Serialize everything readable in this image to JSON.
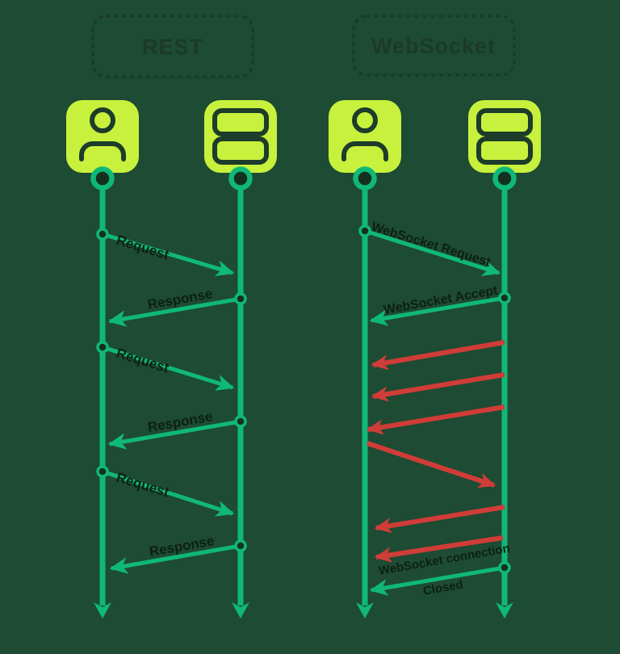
{
  "colors": {
    "background": "#1e4b33",
    "lime_accent": "#c7f13d",
    "green_arrow": "#10b878",
    "red_arrow": "#d03c38",
    "dark_stroke": "#1d3c2a",
    "label_text": "#0c2014",
    "title_text": "#1b3a28"
  },
  "rest": {
    "title": "REST",
    "participants": [
      {
        "name": "client",
        "icon": "user-icon"
      },
      {
        "name": "server",
        "icon": "server-icon"
      }
    ],
    "messages": [
      {
        "label": "Request",
        "from": "client",
        "to": "server",
        "color": "green"
      },
      {
        "label": "Response",
        "from": "server",
        "to": "client",
        "color": "green"
      },
      {
        "label": "Request",
        "from": "client",
        "to": "server",
        "color": "green"
      },
      {
        "label": "Response",
        "from": "server",
        "to": "client",
        "color": "green"
      },
      {
        "label": "Request",
        "from": "client",
        "to": "server",
        "color": "green"
      },
      {
        "label": "Response",
        "from": "server",
        "to": "client",
        "color": "green"
      }
    ]
  },
  "websocket": {
    "title": "WebSocket",
    "participants": [
      {
        "name": "client",
        "icon": "user-icon"
      },
      {
        "name": "server",
        "icon": "server-icon"
      }
    ],
    "messages": [
      {
        "label": "WebSocket Request",
        "from": "client",
        "to": "server",
        "color": "green"
      },
      {
        "label": "WebSocket Accept",
        "from": "server",
        "to": "client",
        "color": "green"
      },
      {
        "label": "",
        "from": "server",
        "to": "client",
        "color": "red"
      },
      {
        "label": "",
        "from": "server",
        "to": "client",
        "color": "red"
      },
      {
        "label": "",
        "from": "server",
        "to": "client",
        "color": "red"
      },
      {
        "label": "",
        "from": "client",
        "to": "server",
        "color": "red"
      },
      {
        "label": "",
        "from": "server",
        "to": "client",
        "color": "red"
      },
      {
        "label": "",
        "from": "server",
        "to": "client",
        "color": "red"
      },
      {
        "label_line1": "WebSocket connection",
        "label_line2": "Closed",
        "from": "server",
        "to": "client",
        "color": "green"
      }
    ]
  }
}
